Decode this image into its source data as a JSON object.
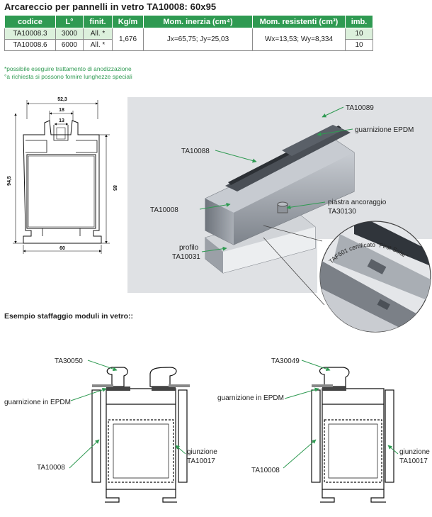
{
  "title": "Arcareccio per pannelli in vetro TA10008: 60x95",
  "table": {
    "headers": [
      "codice",
      "L°",
      "finit.",
      "Kg/m",
      "Mom. inerzia (cm⁴)",
      "Mom. resistenti (cm³)",
      "imb."
    ],
    "row1": {
      "codice": "TA10008.3",
      "L": "3000",
      "finit": "All. *",
      "imb": "10"
    },
    "row2": {
      "codice": "TA10008.6",
      "L": "6000",
      "finit": "All. *",
      "imb": "10"
    },
    "shared": {
      "kgm": "1,676",
      "inerzia": "Jx=65,75; Jy=25,03",
      "resistenti": "Wx=13,53; Wy=8,334"
    }
  },
  "notes": [
    "*possibile eseguire trattamento di anodizzazione",
    "°a richiesta si possono fornire lunghezze speciali"
  ],
  "drawing": {
    "dims": {
      "total_width": "52,3",
      "inner_width": "18",
      "slot_width": "13",
      "height_total": "94,5",
      "height_inner": "85",
      "base_width": "60"
    }
  },
  "render_labels": {
    "ta10089": "TA10089",
    "guarnizione_epdm": "guarnizione EPDM",
    "ta10088": "TA10088",
    "ta10008": "TA10008",
    "piastra_1": "piastra ancoraggio",
    "piastra_2": "TA30130",
    "profilo_1": "profilo",
    "profilo_2": "TA10031",
    "taf501": "TAF501 certificato \"First Solar\""
  },
  "section2": {
    "heading": "Esempio staffaggio moduli in vetro::",
    "left": {
      "top_code": "TA30050",
      "gasket": "guarnizione in EPDM",
      "profile": "TA10008",
      "joint_1": "giunzione",
      "joint_2": "TA10017"
    },
    "right": {
      "top_code": "TA30049",
      "gasket": "guarnizione in EPDM",
      "profile": "TA10008",
      "joint_1": "giunzione",
      "joint_2": "TA10017"
    }
  },
  "colors": {
    "header_green": "#2f9a52",
    "highlight_green": "#dcf0dc",
    "leader_green": "#2f9a52",
    "profile_gray": "#9aa0a8"
  }
}
